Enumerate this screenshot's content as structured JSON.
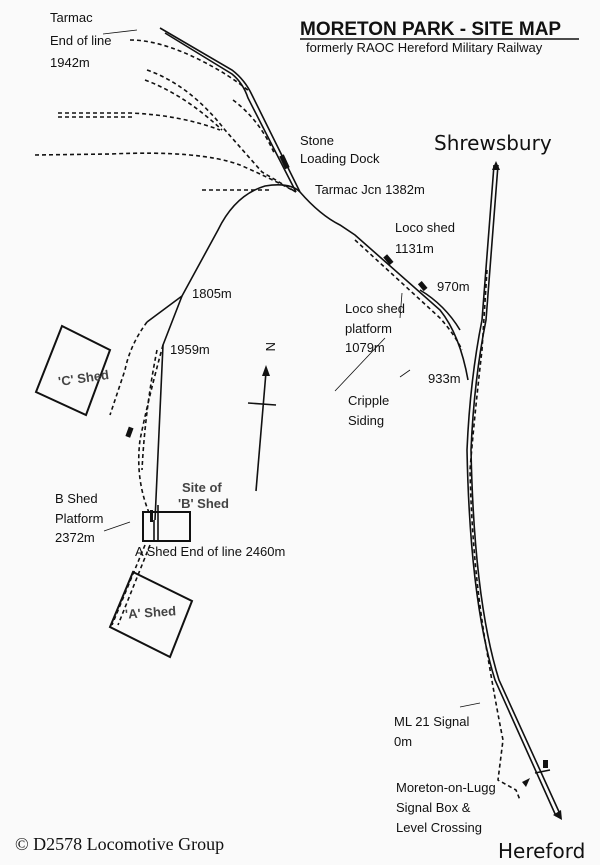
{
  "title": "MORETON PARK - SITE MAP",
  "subtitle": "formerly RAOC Hereford Military Railway",
  "north_label": "N",
  "destinations": {
    "north": "Shrewsbury",
    "south": "Hereford"
  },
  "labels": {
    "tarmac_end": [
      "Tarmac",
      "End of line",
      "1942m"
    ],
    "stone_dock": [
      "Stone",
      "Loading Dock"
    ],
    "tarmac_jcn": "Tarmac Jcn 1382m",
    "loco_shed": [
      "Loco shed",
      "1131m"
    ],
    "m970": "970m",
    "m1805": "1805m",
    "loco_platform": [
      "Loco shed",
      "platform",
      "1079m"
    ],
    "m1959": "1959m",
    "m933": "933m",
    "cripple": [
      "Cripple",
      "Siding"
    ],
    "c_shed": "'C' Shed",
    "site_b": [
      "Site of",
      "'B' Shed"
    ],
    "b_platform": [
      "B Shed",
      "Platform",
      "2372m"
    ],
    "a_end": "A Shed End of line 2460m",
    "a_shed": "'A' Shed",
    "ml21": [
      "ML 21 Signal",
      "0m"
    ],
    "signal_box": [
      "Moreton-on-Lugg",
      "Signal Box &",
      "Level Crossing"
    ]
  },
  "copyright": "© D2578 Locomotive Group"
}
